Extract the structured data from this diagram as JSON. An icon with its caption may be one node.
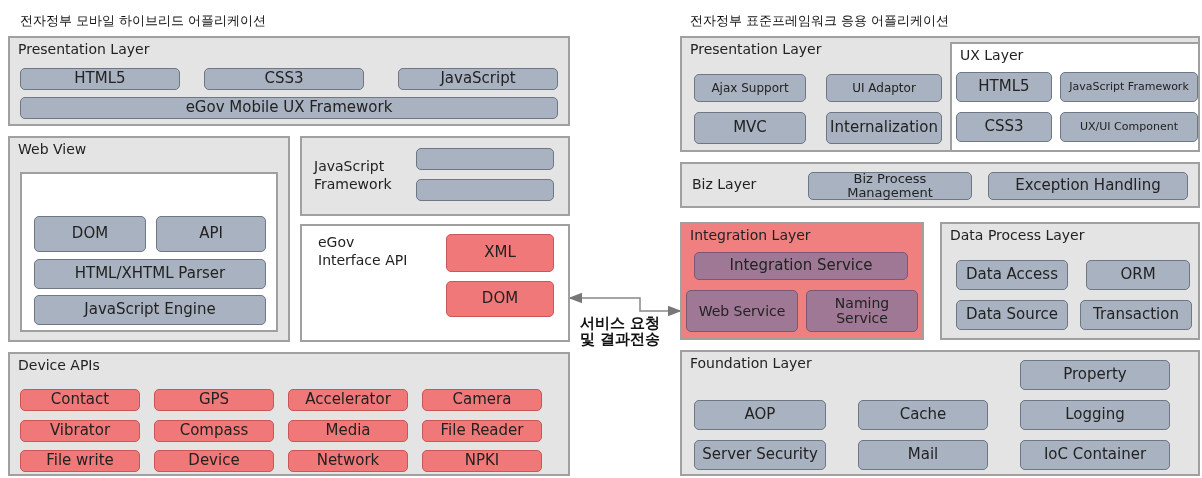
{
  "diagram": {
    "nodes": [
      {
        "text": [
          "Presentation Layer"
        ]
      },
      {
        "text": [
          "HTML5"
        ],
        "in": 0
      },
      {
        "text": [
          "CSS3"
        ],
        "in": 0
      },
      {
        "text": [
          "JavaScript"
        ],
        "in": 0
      },
      {
        "text": [
          "eGov Mobile UX Framework"
        ],
        "in": 0
      },
      {
        "text": [
          "Web View"
        ]
      },
      {
        "text": [],
        "shape": "box",
        "in": 5
      },
      {
        "text": [
          "DOM"
        ],
        "in": 6
      },
      {
        "text": [
          "API"
        ],
        "in": 6
      },
      {
        "text": [
          "HTML/XHTML Parser"
        ],
        "in": 6
      },
      {
        "text": [
          "JavaScript Engine"
        ],
        "in": 6
      },
      {
        "text": [
          "JavaScript Framework"
        ]
      },
      {
        "text": [],
        "shape": "box",
        "in": 11
      },
      {
        "text": [],
        "shape": "box",
        "in": 11
      },
      {
        "text": [
          "eGov Interface API"
        ]
      },
      {
        "text": [
          "XML"
        ],
        "in": 14
      },
      {
        "text": [
          "DOM"
        ],
        "in": 14
      },
      {
        "text": [
          "Device APIs"
        ]
      },
      {
        "text": [
          "Contact"
        ],
        "in": 17
      },
      {
        "text": [
          "GPS"
        ],
        "in": 17
      },
      {
        "text": [
          "Accelerator"
        ],
        "in": 17
      },
      {
        "text": [
          "Camera"
        ],
        "in": 17
      },
      {
        "text": [
          "Vibrator"
        ],
        "in": 17
      },
      {
        "text": [
          "Compass"
        ],
        "in": 17
      },
      {
        "text": [
          "Media"
        ],
        "in": 17
      },
      {
        "text": [
          "File Reader"
        ],
        "in": 17
      },
      {
        "text": [
          "File write"
        ],
        "in": 17
      },
      {
        "text": [
          "Device"
        ],
        "in": 17
      },
      {
        "text": [
          "Network"
        ],
        "in": 17
      },
      {
        "text": [
          "NPKI"
        ],
        "in": 17
      },
      {
        "text": [
          "Presentation Layer"
        ]
      },
      {
        "text": [
          "Ajax Support"
        ],
        "in": 30
      },
      {
        "text": [
          "UI Adaptor"
        ],
        "in": 30
      },
      {
        "text": [
          "MVC"
        ],
        "in": 30
      },
      {
        "text": [
          "Internalization"
        ],
        "in": 30
      },
      {
        "text": [
          "UX Layer"
        ],
        "in": 30
      },
      {
        "text": [
          "HTML5"
        ],
        "in": 35
      },
      {
        "text": [
          "JavaScript Framework"
        ],
        "in": 35
      },
      {
        "text": [
          "CSS3"
        ],
        "in": 35
      },
      {
        "text": [
          "UX/UI Component"
        ],
        "in": 35
      },
      {
        "text": [
          "Biz Layer"
        ]
      },
      {
        "text": [
          "Biz Process Management"
        ],
        "in": 40
      },
      {
        "text": [
          "Exception Handling"
        ],
        "in": 40
      },
      {
        "text": [
          "Integration Layer"
        ]
      },
      {
        "text": [
          "Integration Service"
        ],
        "in": 43
      },
      {
        "text": [
          "Web Service"
        ],
        "in": 43
      },
      {
        "text": [
          "Naming Service"
        ],
        "in": 43
      },
      {
        "text": [
          "Data Process Layer"
        ]
      },
      {
        "text": [
          "Data Access"
        ],
        "in": 47
      },
      {
        "text": [
          "ORM"
        ],
        "in": 47
      },
      {
        "text": [
          "Data Source"
        ],
        "in": 47
      },
      {
        "text": [
          "Transaction"
        ],
        "in": 47
      },
      {
        "text": [
          "Foundation Layer"
        ]
      },
      {
        "text": [
          "Property"
        ],
        "in": 52
      },
      {
        "text": [
          "AOP"
        ],
        "in": 52
      },
      {
        "text": [
          "Cache"
        ],
        "in": 52
      },
      {
        "text": [
          "Logging"
        ],
        "in": 52
      },
      {
        "text": [
          "Server Security"
        ],
        "in": 52
      },
      {
        "text": [
          "Mail"
        ],
        "in": 52
      },
      {
        "text": [
          "IoC Container"
        ],
        "in": 52
      }
    ],
    "edges": [
      {
        "from": 14,
        "to": 43,
        "arrow": "both",
        "label": "서비스 요청 및 결과전송"
      }
    ],
    "labels": [
      "전자정부 모바일 하이브리드 어플리케이션",
      "전자정부 표준프레임워크 응용 어플리케이션"
    ]
  }
}
